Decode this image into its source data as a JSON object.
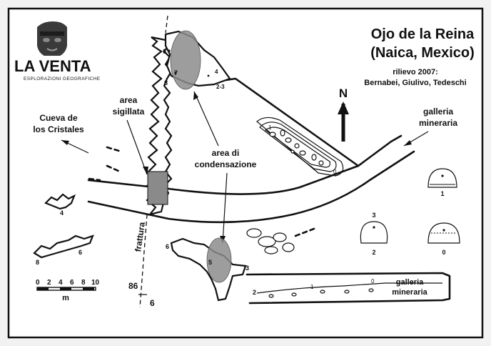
{
  "logo": {
    "title": "LA VENTA",
    "subtitle": "ESPLORAZIONI GEOGRAFICHE",
    "icon": "olmec-head-icon"
  },
  "title": {
    "line1": "Ojo de la Reina",
    "line2": "(Naica, Mexico)",
    "survey": "rilievo 2007:",
    "authors": "Bernabei, Giulivo, Tedeschi"
  },
  "north": "N",
  "labels": {
    "area_sigillata": [
      "area",
      "sigillata"
    ],
    "area_condensazione": [
      "area di",
      "condensazione"
    ],
    "cueva": [
      "Cueva de",
      "los Cristales"
    ],
    "galleria_top": [
      "galleria",
      "mineraria"
    ],
    "galleria_bottom": [
      "galleria",
      "mineraria"
    ],
    "frattura": "frattura"
  },
  "stations": {
    "s6a": "6",
    "s7": "7",
    "s8a": "8",
    "s4": "4",
    "s23": "2-3",
    "s4b": "4",
    "s8b": "8",
    "s6b": "6",
    "s6c": "6",
    "s5": "5",
    "s3": "3",
    "s2": "2"
  },
  "depths": {
    "pool_1": "1",
    "pool_0": "0",
    "lower_1": "1",
    "lower_0": "0"
  },
  "scale": {
    "ticks": [
      "0",
      "2",
      "4",
      "6",
      "8",
      "10"
    ],
    "unit": "m"
  },
  "dip": {
    "angle": "86",
    "value": "6"
  },
  "sections": {
    "s1": "1",
    "s3": "3",
    "s2": "2",
    "s0": "0"
  }
}
